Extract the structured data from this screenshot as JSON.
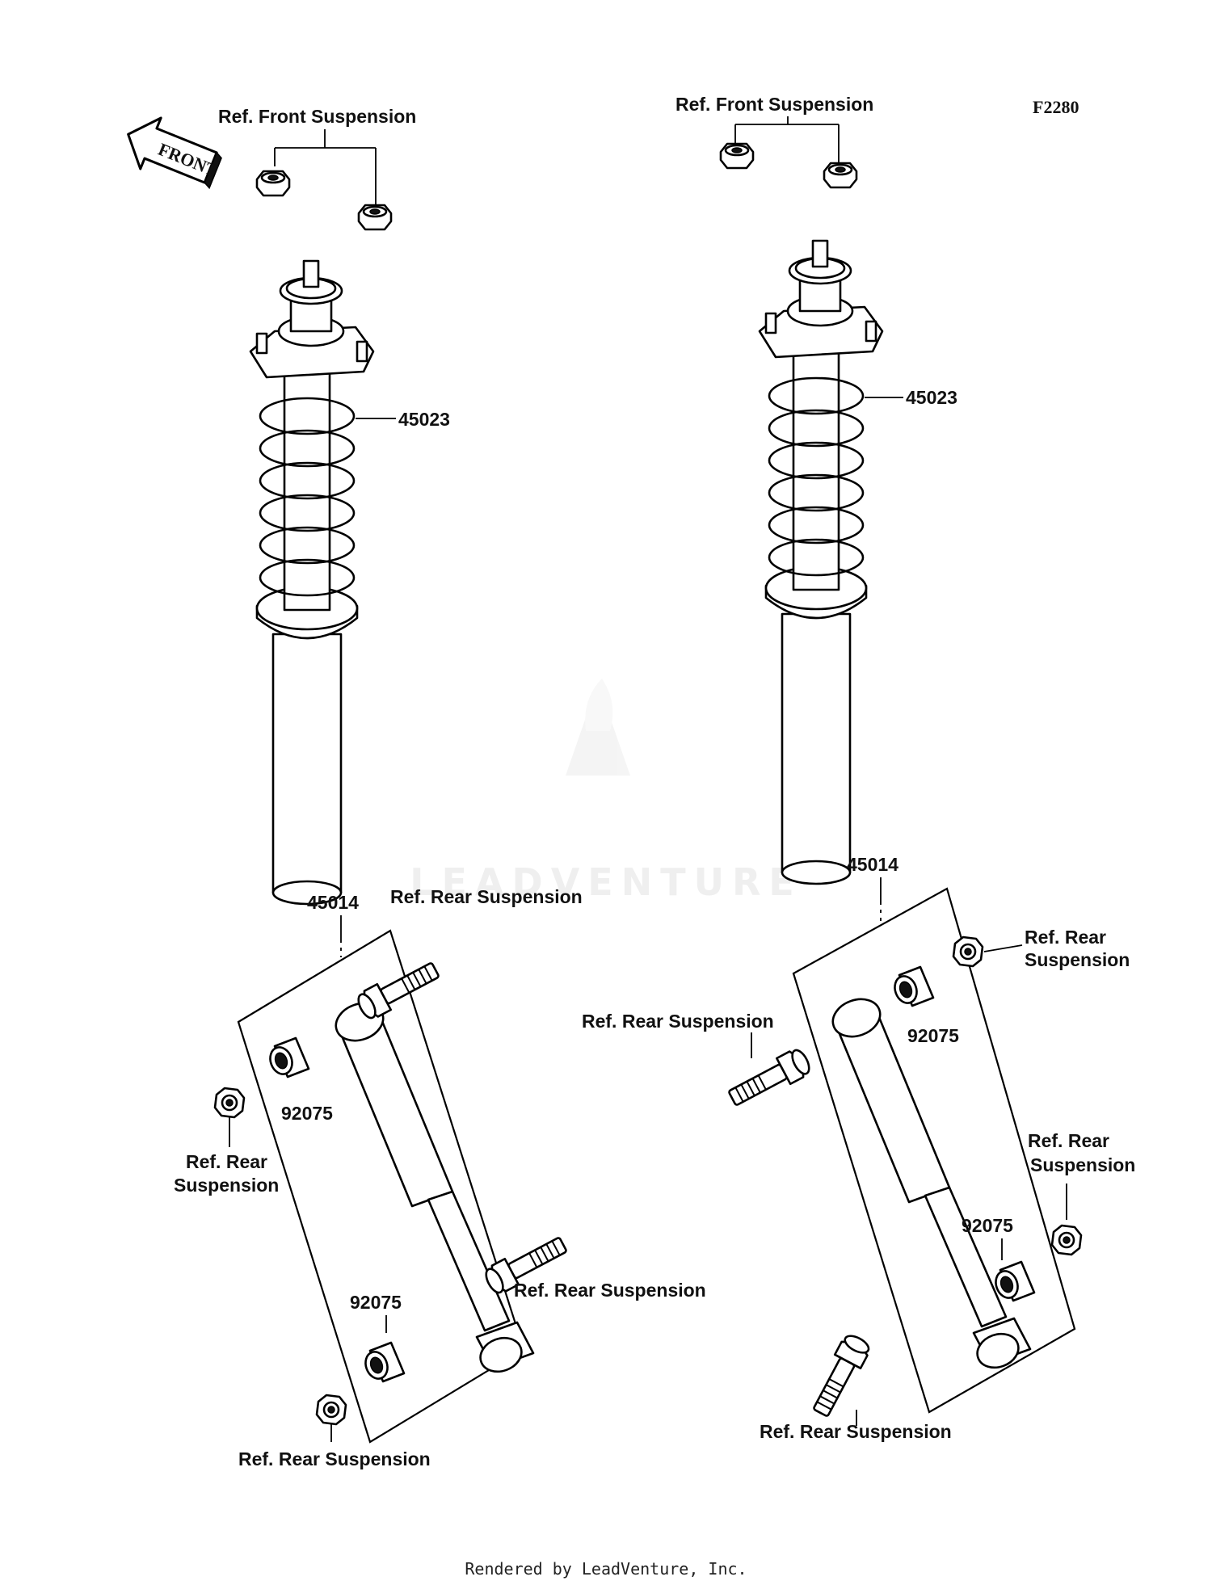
{
  "figure_code": "F2280",
  "front_arrow_text": "FRONT",
  "watermark": "LEADVENTURE",
  "footer": "Rendered by LeadVenture, Inc.",
  "labels": {
    "front_susp_left": "Ref. Front Suspension",
    "front_susp_right": "Ref. Front Suspension",
    "part_45023_left": "45023",
    "part_45023_right": "45023",
    "part_45014_left": "45014",
    "part_45014_right": "45014",
    "rear_susp_top_left": "Ref. Rear Suspension",
    "rear_susp_mid_left": "Ref. Rear Suspension",
    "rear_susp_bottom_left": "Ref. Rear Suspension",
    "rear_susp_side_left_1": "Ref. Rear",
    "rear_susp_side_left_2": "Suspension",
    "rear_susp_center": "Ref. Rear Suspension",
    "rear_susp_top_right_1": "Ref. Rear",
    "rear_susp_top_right_2": "Suspension",
    "rear_susp_mid_right_1": "Ref. Rear",
    "rear_susp_mid_right_2": "Suspension",
    "rear_susp_bottom_right": "Ref. Rear Suspension",
    "part_92075_l1": "92075",
    "part_92075_l2": "92075",
    "part_92075_r1": "92075",
    "part_92075_r2": "92075"
  }
}
